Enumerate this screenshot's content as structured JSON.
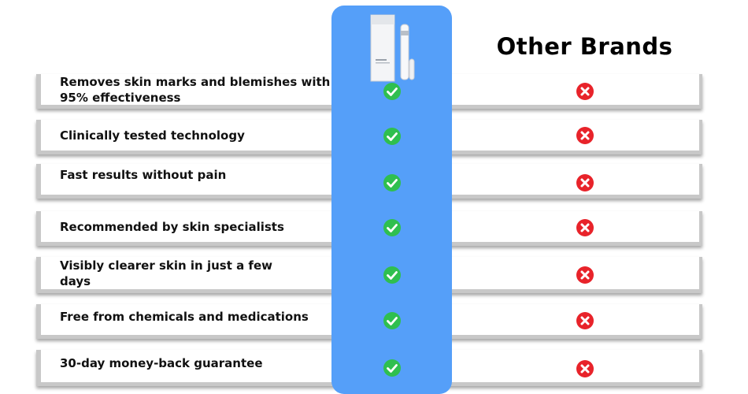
{
  "header": {
    "other_brands": "Other Brands"
  },
  "rows": [
    {
      "label": "Removes skin marks and blemishes with 95% effectiveness",
      "ours": true,
      "others": false
    },
    {
      "label": "Clinically tested technology",
      "ours": true,
      "others": false
    },
    {
      "label": "Fast results without pain",
      "ours": true,
      "others": false
    },
    {
      "label": "Recommended by skin specialists",
      "ours": true,
      "others": false
    },
    {
      "label": "Visibly clearer skin in just a few days",
      "ours": true,
      "others": false
    },
    {
      "label": "Free from chemicals and medications",
      "ours": true,
      "others": false
    },
    {
      "label": "30-day money-back guarantee",
      "ours": true,
      "others": false
    }
  ],
  "icons": {
    "check": "check-circle-icon",
    "cross": "x-circle-icon"
  },
  "colors": {
    "product_column": "#559ff9",
    "check": "#2fbf4f",
    "cross": "#e8232a"
  }
}
